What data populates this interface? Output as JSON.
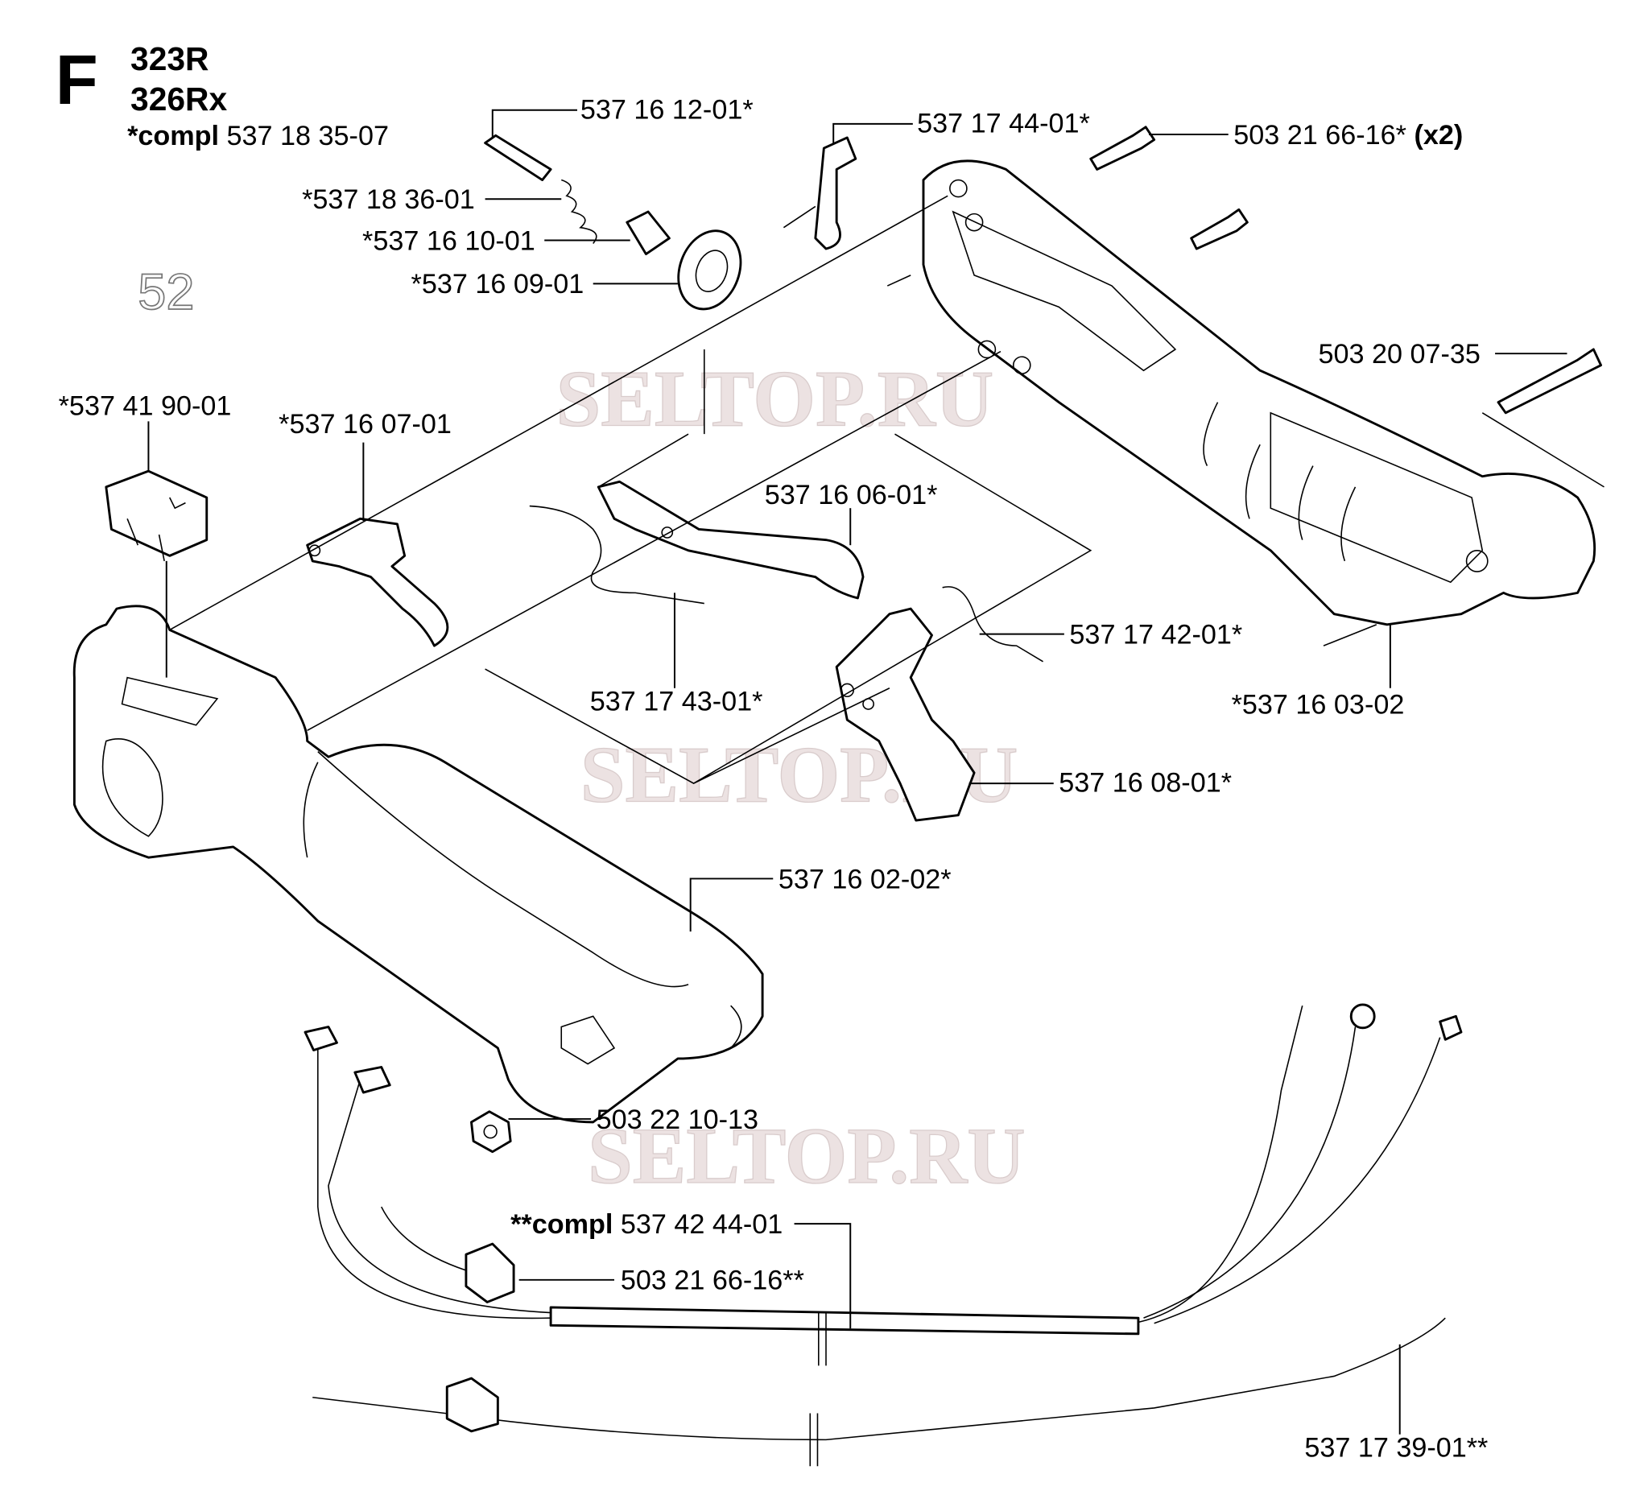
{
  "header": {
    "section_letter": "F",
    "models": [
      "323R",
      "326Rx"
    ],
    "compl_prefix": "*compl",
    "compl_number": "537 18 35-07",
    "page_number": "52"
  },
  "watermark": "SELTOP.RU",
  "labels": {
    "l1": "537 16 12-01*",
    "l2": "537 17 44-01*",
    "l3": "503 21 66-16*",
    "l3_qty": "(x2)",
    "l4": "*537 18 36-01",
    "l5": "*537 16 10-01",
    "l6": "*537 16 09-01",
    "l7": "503 20 07-35",
    "l8": "*537 41 90-01",
    "l9": "*537 16 07-01",
    "l10": "537 16 06-01*",
    "l11": "537 17 42-01*",
    "l12": "537 17 43-01*",
    "l13": "*537 16 03-02",
    "l14": "537 16 08-01*",
    "l15": "537 16 02-02*",
    "l16": "503 22 10-13",
    "l17_prefix": "**compl",
    "l17": "537 42 44-01",
    "l18": "503 21 66-16**",
    "l19": "537 17 39-01**"
  }
}
